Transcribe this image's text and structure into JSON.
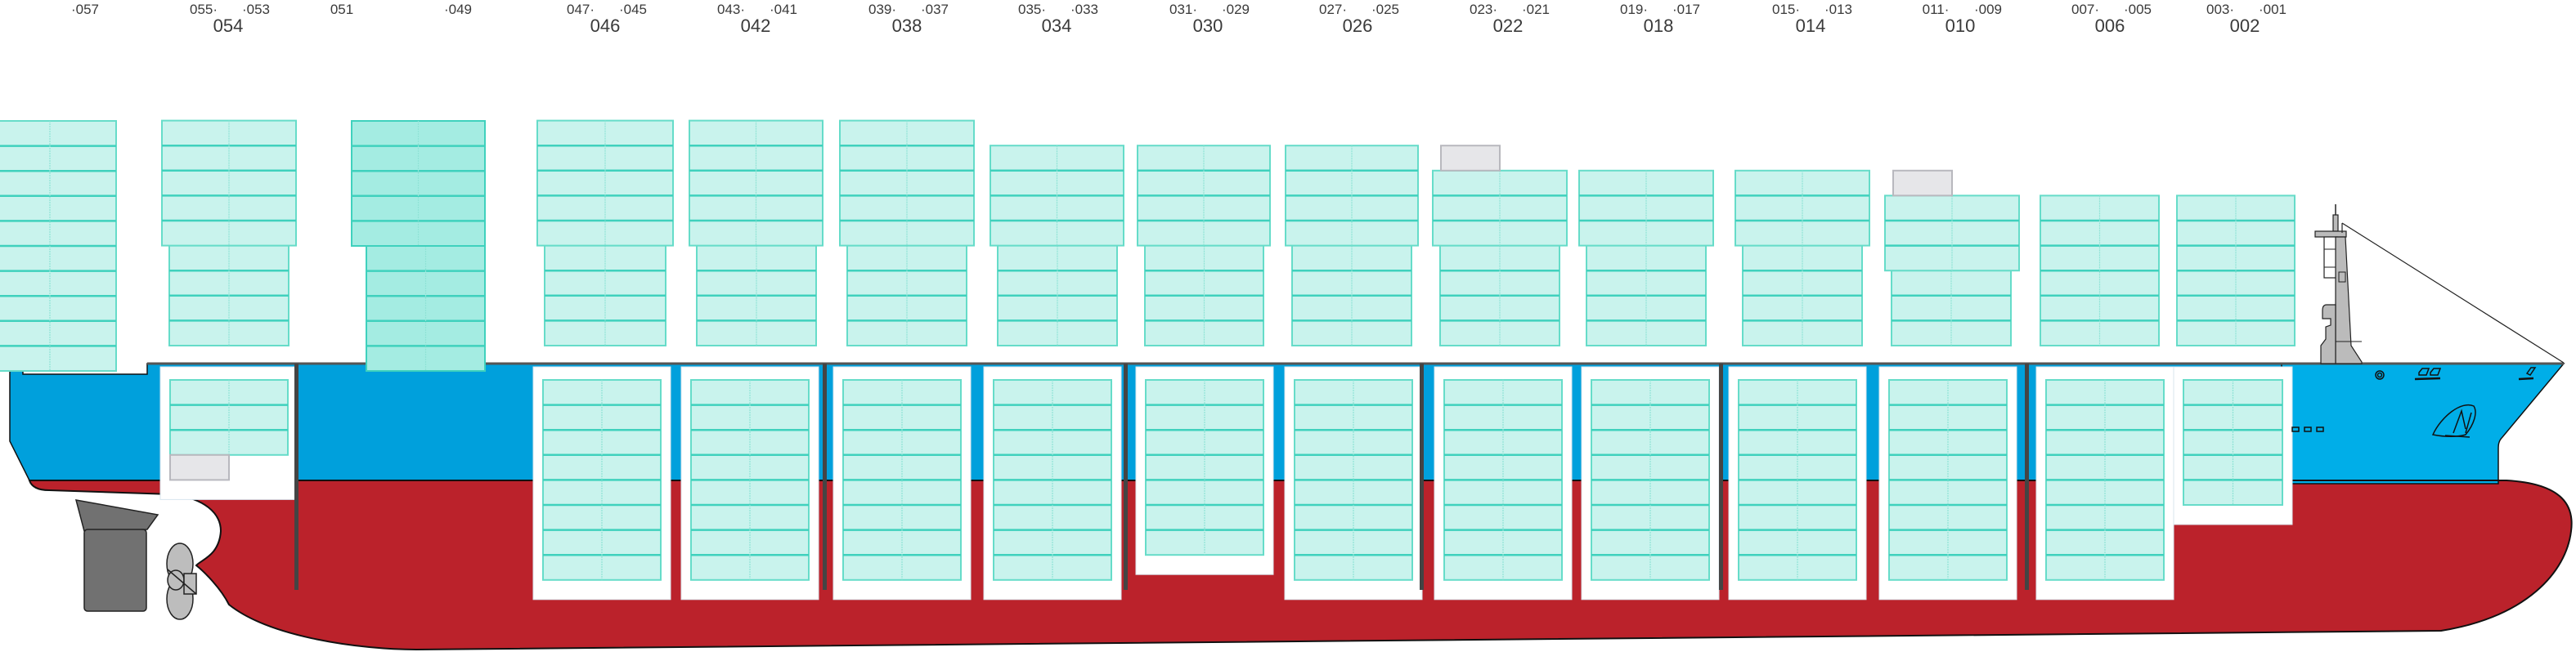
{
  "diagram": {
    "title": "Container ship bay plan profile",
    "colors": {
      "hull_upper": "#00a0dc",
      "hull_upper_bow": "#00aee8",
      "hull_lower": "#bb222b",
      "container_fill": "#c9f3ed",
      "container_fill_highlight": "#a4ece2",
      "container_stroke": "#3fd1bd",
      "empty_slot_fill": "#e6e6e9",
      "superstructure": "#bbbbbb",
      "rudder": "#717171"
    },
    "bays": [
      {
        "id": "057",
        "big_label": "",
        "small_labels": [
          "·057"
        ],
        "deck_tiers": 10,
        "deck_profile": "full",
        "hold_tiers": 0,
        "highlight": false,
        "empty_top": false
      },
      {
        "id": "054",
        "big_label": "054",
        "small_labels": [
          "055·",
          "·053"
        ],
        "deck_tiers": 9,
        "deck_profile": "stepped",
        "hold_tiers": 3,
        "highlight": false,
        "empty_top": false,
        "hold_empty_slots": 1
      },
      {
        "id": "051",
        "big_label": "",
        "small_labels": [
          "051"
        ],
        "deck_tiers": 0,
        "deck_profile": "none",
        "hold_tiers": 0,
        "highlight": false,
        "empty_top": false
      },
      {
        "id": "049",
        "big_label": "",
        "small_labels": [
          "·049"
        ],
        "deck_tiers": 10,
        "deck_profile": "stepped",
        "hold_tiers": 0,
        "highlight": true,
        "empty_top": false
      },
      {
        "id": "046",
        "big_label": "046",
        "small_labels": [
          "047·",
          "·045"
        ],
        "deck_tiers": 9,
        "deck_profile": "stepped",
        "hold_tiers": 8,
        "highlight": false,
        "empty_top": false
      },
      {
        "id": "042",
        "big_label": "042",
        "small_labels": [
          "043·",
          "·041"
        ],
        "deck_tiers": 9,
        "deck_profile": "stepped",
        "hold_tiers": 8,
        "highlight": false,
        "empty_top": false
      },
      {
        "id": "038",
        "big_label": "038",
        "small_labels": [
          "039·",
          "·037"
        ],
        "deck_tiers": 9,
        "deck_profile": "stepped",
        "hold_tiers": 8,
        "highlight": false,
        "empty_top": false
      },
      {
        "id": "034",
        "big_label": "034",
        "small_labels": [
          "035·",
          "·033"
        ],
        "deck_tiers": 8,
        "deck_profile": "stepped",
        "hold_tiers": 8,
        "highlight": false,
        "empty_top": false
      },
      {
        "id": "030",
        "big_label": "030",
        "small_labels": [
          "031·",
          "·029"
        ],
        "deck_tiers": 8,
        "deck_profile": "stepped",
        "hold_tiers": 7,
        "highlight": false,
        "empty_top": false
      },
      {
        "id": "026",
        "big_label": "026",
        "small_labels": [
          "027·",
          "·025"
        ],
        "deck_tiers": 8,
        "deck_profile": "stepped",
        "hold_tiers": 8,
        "highlight": false,
        "empty_top": false
      },
      {
        "id": "022",
        "big_label": "022",
        "small_labels": [
          "023·",
          "·021"
        ],
        "deck_tiers": 7,
        "deck_profile": "stepped",
        "hold_tiers": 8,
        "highlight": false,
        "empty_top": true
      },
      {
        "id": "018",
        "big_label": "018",
        "small_labels": [
          "019·",
          "·017"
        ],
        "deck_tiers": 7,
        "deck_profile": "stepped",
        "hold_tiers": 8,
        "highlight": false,
        "empty_top": false
      },
      {
        "id": "014",
        "big_label": "014",
        "small_labels": [
          "015·",
          "·013"
        ],
        "deck_tiers": 7,
        "deck_profile": "stepped",
        "hold_tiers": 8,
        "highlight": false,
        "empty_top": false
      },
      {
        "id": "010",
        "big_label": "010",
        "small_labels": [
          "011·",
          "·009"
        ],
        "deck_tiers": 6,
        "deck_profile": "stepped",
        "hold_tiers": 8,
        "highlight": false,
        "empty_top": true
      },
      {
        "id": "006",
        "big_label": "006",
        "small_labels": [
          "007·",
          "·005"
        ],
        "deck_tiers": 6,
        "deck_profile": "full",
        "hold_tiers": 8,
        "highlight": false,
        "empty_top": false
      },
      {
        "id": "002",
        "big_label": "002",
        "small_labels": [
          "003·",
          "·001"
        ],
        "deck_tiers": 6,
        "deck_profile": "full",
        "hold_tiers": 5,
        "highlight": false,
        "empty_top": false
      }
    ]
  }
}
